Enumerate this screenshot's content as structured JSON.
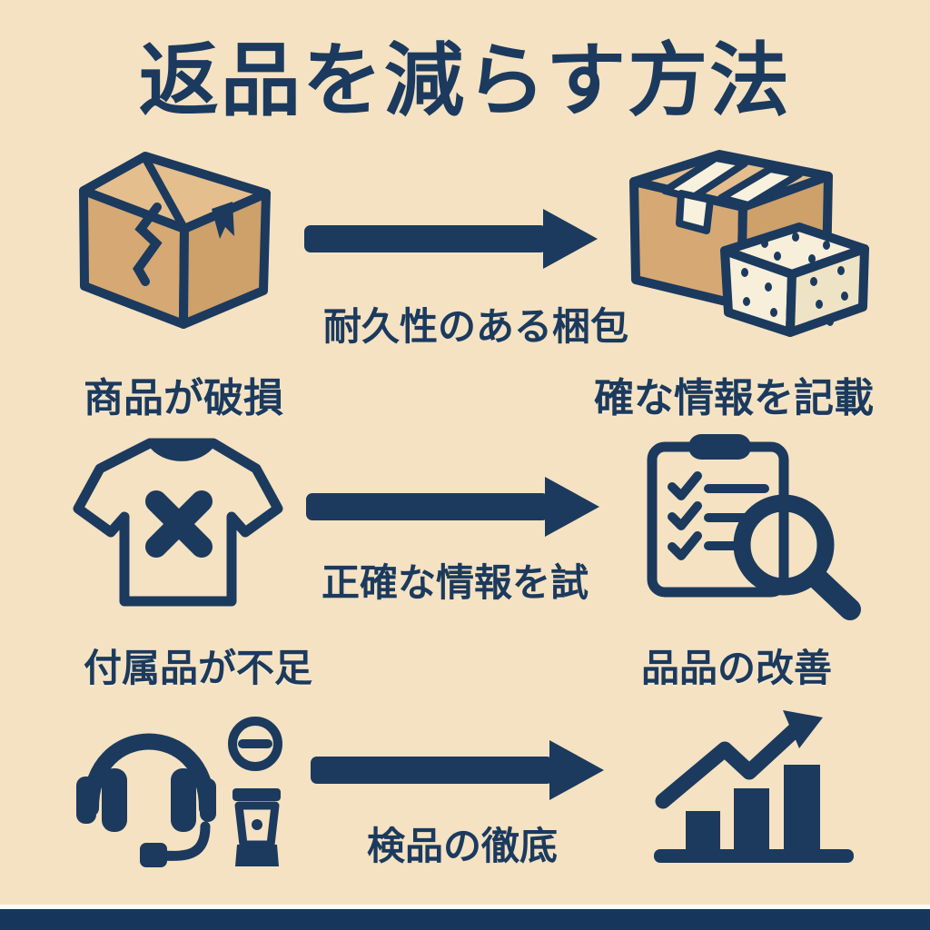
{
  "title": "返品を減らす方法",
  "colors": {
    "background": "#F5E2C2",
    "ink_navy": "#1B3A5E",
    "box_tan_front": "#D6A873",
    "box_tan_side": "#CEA06A",
    "box_tan_top": "#E5BE8D",
    "foam_cream": "#F7EFDA",
    "tape_white": "#F8F1DE",
    "footer_bar": "#16365B",
    "footer_divider": "#FDFBF2"
  },
  "rows": [
    {
      "left_icon": "broken-box-icon",
      "left_label": "商品が破損",
      "arrow_icon": "arrow-right-icon",
      "arrow_label": "耐久性のある梱包",
      "right_icon": "packed-box-cushion-icon",
      "right_label": "確な情報を記載"
    },
    {
      "left_icon": "tshirt-x-icon",
      "left_label": "付属品が不足",
      "arrow_icon": "arrow-right-icon",
      "arrow_label": "正確な情報を試",
      "right_icon": "checklist-magnifier-icon",
      "right_label": "品品の改善"
    },
    {
      "left_icon": "headset-minus-cup-icon",
      "left_label": "",
      "arrow_icon": "arrow-right-icon",
      "arrow_label": "検品の徹底",
      "right_icon": "growth-chart-icon",
      "right_label": ""
    }
  ]
}
